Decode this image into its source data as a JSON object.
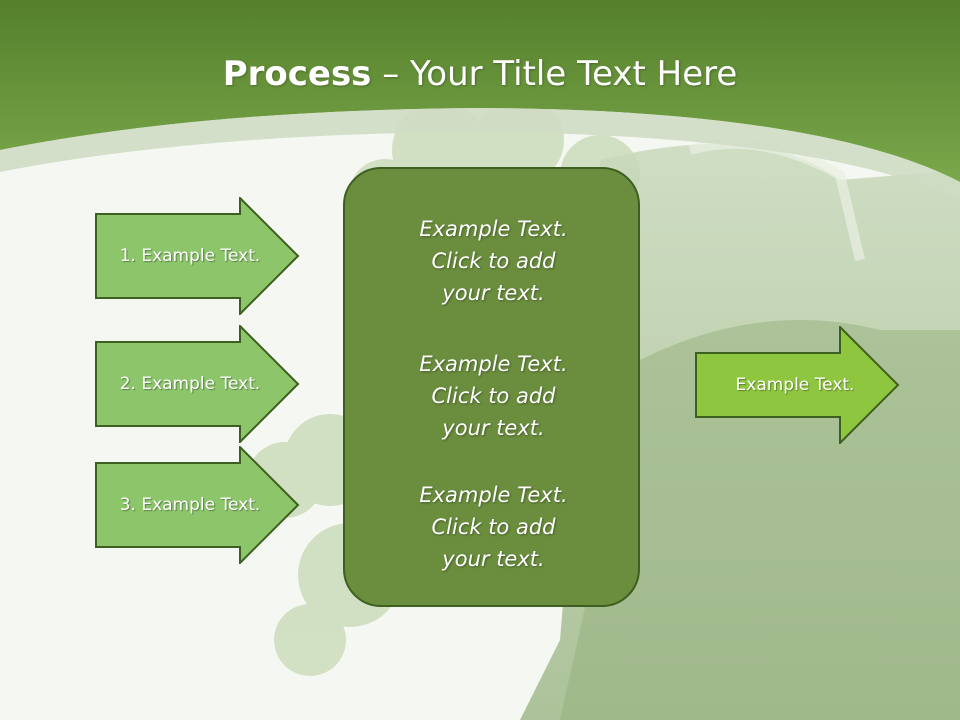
{
  "slide": {
    "title_bold": "Process",
    "title_rest": " – Your Title Text Here"
  },
  "left_arrows": [
    {
      "label": "1. Example Text."
    },
    {
      "label": "2. Example Text."
    },
    {
      "label": "3. Example Text."
    }
  ],
  "center_box": {
    "blocks": [
      {
        "line1": "Example Text.",
        "line2": "Click  to add",
        "line3": "your text."
      },
      {
        "line1": "Example Text.",
        "line2": "Click  to add",
        "line3": "your text."
      },
      {
        "line1": "Example Text.",
        "line2": "Click  to add",
        "line3": "your text."
      }
    ]
  },
  "right_arrow": {
    "label": "Example Text."
  },
  "colors": {
    "header_green": "#5f8a36",
    "arrow_light_green": "#8cc56a",
    "arrow_bright_green": "#8ec63f",
    "box_green": "#6a8e3e",
    "outline_dark_green": "#3d5f1f"
  }
}
